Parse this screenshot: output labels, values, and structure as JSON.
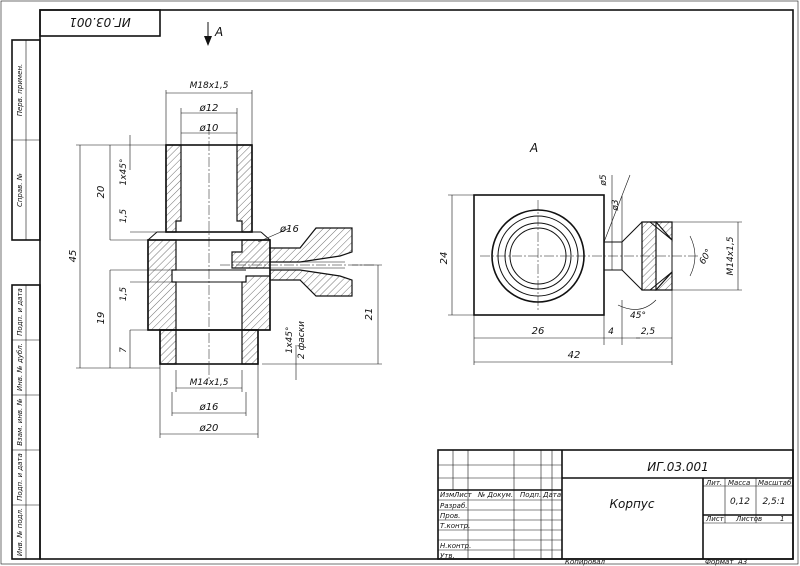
{
  "drawing": {
    "code": "ИГ.03.001",
    "code_mirrored": "ИГ.03.001",
    "view_label": "A",
    "section_label": "A",
    "title": "Корпус",
    "mass": "0,12",
    "scale": "2,5:1",
    "sheets_label": "Листов",
    "sheets": "1",
    "sheet_label": "Лист",
    "copied_label": "Копировал",
    "format_label": "Формат",
    "format": "A3"
  },
  "left_column": [
    "Перв. примен.",
    "Справ. №",
    "Подп. и дата",
    "Инв. № дубл.",
    "Взам. инв. №",
    "Подп. и дата",
    "Инв. № подл."
  ],
  "title_block": {
    "header_cols": [
      "Изм",
      "Лист",
      "№ Докум.",
      "Подп.",
      "Дата"
    ],
    "rows": [
      "Разраб.",
      "Пров.",
      "Т.контр.",
      "",
      "Н.контр.",
      "Утв."
    ],
    "lit_label": "Лит.",
    "mass_label": "Масса",
    "scale_label": "Масштаб"
  },
  "dims_left": {
    "thread_top": "M18x1,5",
    "d12": "ø12",
    "d10": "ø10",
    "chamfer_top": "1x45°",
    "h20": "20",
    "h15a": "1,5",
    "h45": "45",
    "h15b": "1,5",
    "h19": "19",
    "h7": "7",
    "d16_side": "ø16",
    "h21": "21",
    "chamfer_bot": "1x45°",
    "chamfer_note": "2 фаски",
    "thread_bot": "M14x1,5",
    "d16": "ø16",
    "d20": "ø20"
  },
  "dims_right": {
    "d5": "ø5",
    "d3": "ø3",
    "h24": "24",
    "w26": "26",
    "w4": "4",
    "w25": "2,5",
    "w42": "42",
    "ang45": "45°",
    "ang60": "60°",
    "thread": "M14x1,5"
  }
}
